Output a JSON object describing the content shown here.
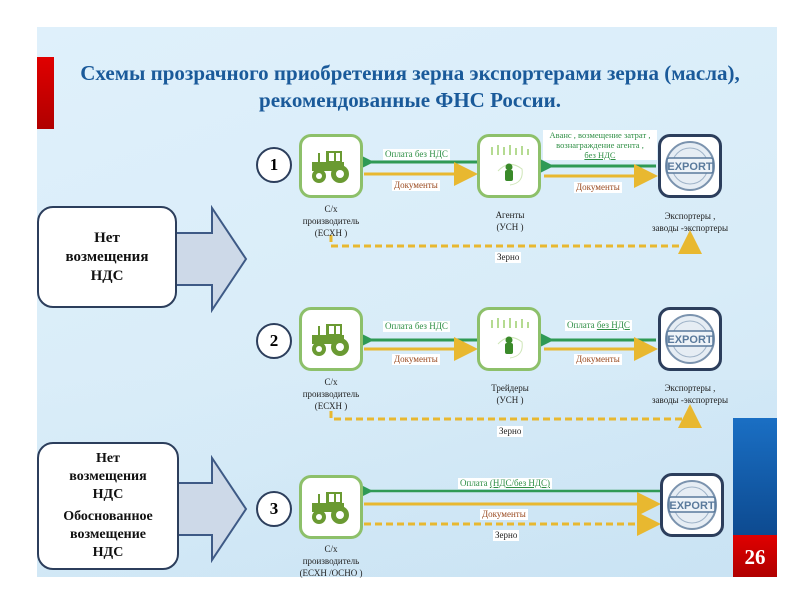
{
  "title": {
    "line1": "Схемы прозрачного приобретения зерна экспортерами зерна (масла),",
    "line2": "рекомендованные  ФНС России."
  },
  "side_boxes": [
    {
      "lines": [
        "Нет",
        "возмещения",
        "НДС"
      ]
    },
    {
      "lines": [
        "Нет",
        "возмещения",
        "НДС",
        "Обоснованное",
        "возмещение",
        "НДС"
      ]
    }
  ],
  "schemes": [
    {
      "number": "1",
      "producer": {
        "icon": "tractor-icon",
        "lines": [
          "С/х",
          "производитель",
          "(ЕСХН )"
        ]
      },
      "middle": {
        "icon": "agent-crop-icon",
        "lines": [
          "Агенты",
          "(УСН )"
        ]
      },
      "exporter": {
        "icon": "export-stamp-icon",
        "lines": [
          "Экспортеры  ,",
          "заводы -экспортеры"
        ]
      },
      "payment_left": "Оплата без НДС",
      "docs_left": "Документы",
      "payment_right_lines": [
        "Аванс , возмещение затрат  ,",
        "вознаграждение агента   ,",
        "без НДС"
      ],
      "docs_right": "Документы",
      "grain": "Зерно"
    },
    {
      "number": "2",
      "producer": {
        "icon": "tractor-icon",
        "lines": [
          "С/х",
          "производитель",
          "(ЕСХН )"
        ]
      },
      "middle": {
        "icon": "trader-crop-icon",
        "lines": [
          "Трейдеры",
          "(УСН )"
        ]
      },
      "exporter": {
        "icon": "export-stamp-icon",
        "lines": [
          "Экспортеры  ,",
          "заводы -экспортеры"
        ]
      },
      "payment_left": "Оплата без НДС",
      "docs_left": "Документы",
      "payment_right_prefix": "Оплата",
      "payment_right_underlined": "без НДС",
      "docs_right": "Документы",
      "grain": "Зерно"
    },
    {
      "number": "3",
      "producer": {
        "icon": "tractor-icon",
        "lines": [
          "С/х",
          "производитель",
          "(ЕСХН /ОСНО )"
        ]
      },
      "exporter": {
        "icon": "export-stamp-icon"
      },
      "payment_prefix": "Оплата",
      "payment_underlined": "(НДС/без НДС)",
      "docs": "Документы",
      "grain": "Зерно"
    }
  ],
  "page_number": "26",
  "colors": {
    "title": "#1a5a9a",
    "accent_red": "#d00000",
    "payment_arrow": "#2f9a55",
    "docs_arrow": "#e8b830",
    "node_border_green": "#8dc06a",
    "node_border_dark": "#2c3e5c",
    "page_blue": "#1a6fc4"
  }
}
